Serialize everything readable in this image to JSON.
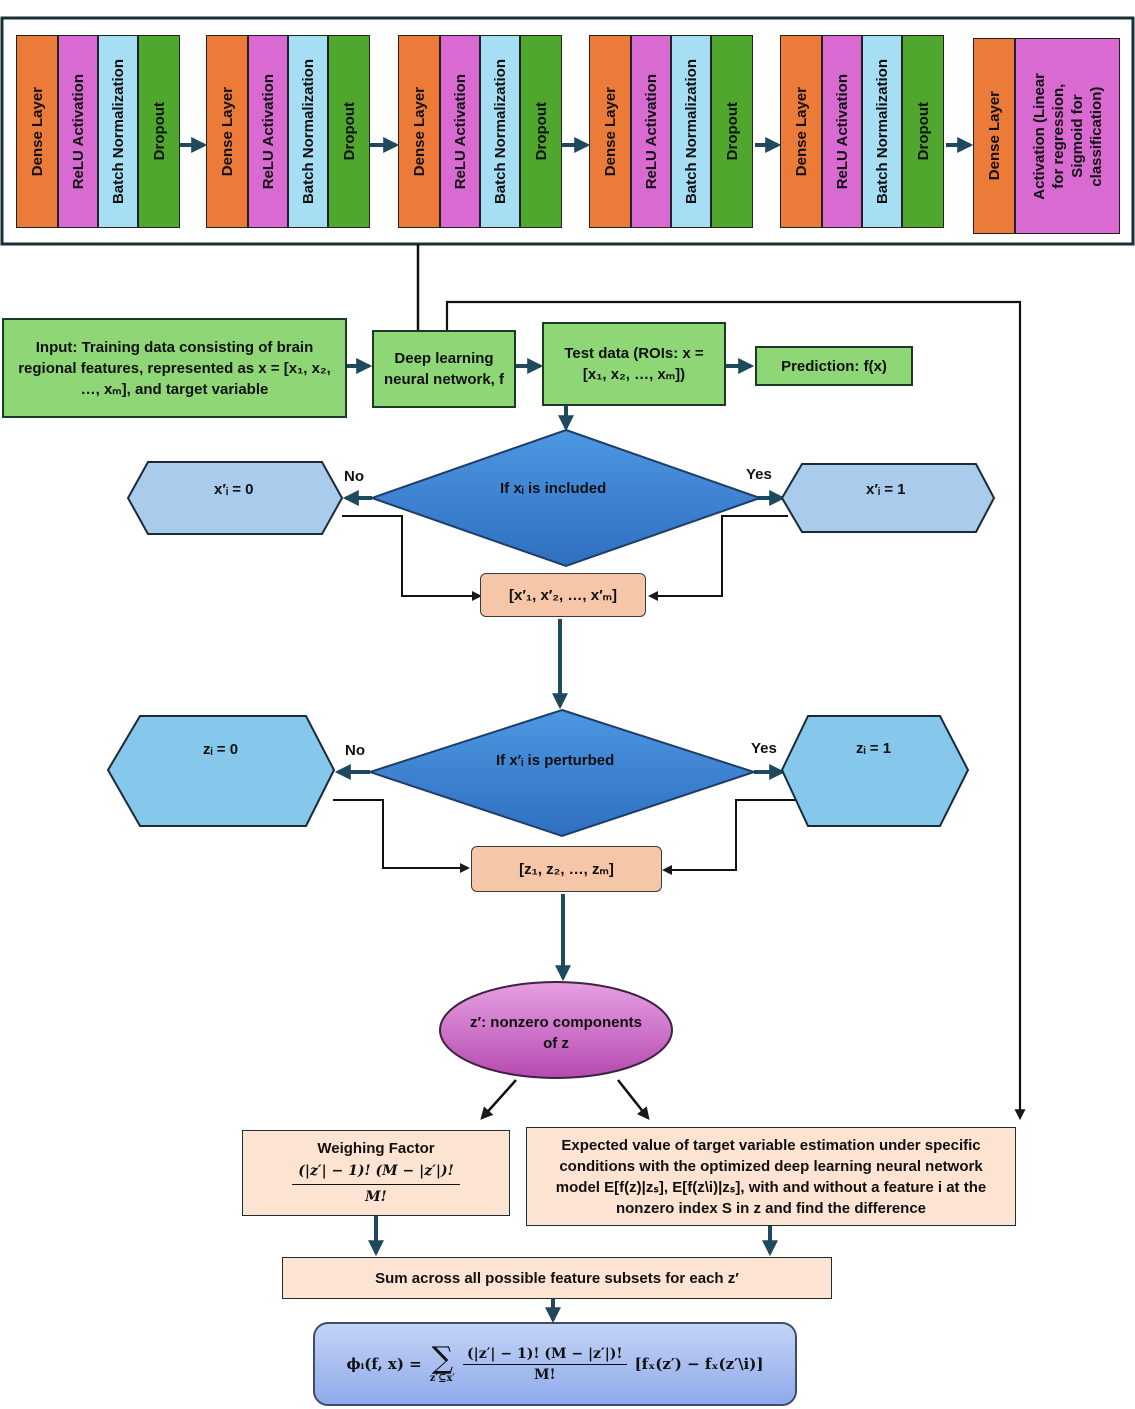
{
  "network": {
    "blocks": [
      {
        "dense": "Dense Layer",
        "relu": "ReLU Activation",
        "bn": "Batch Normalization",
        "drop": "Dropout"
      },
      {
        "dense": "Dense Layer",
        "relu": "ReLU Activation",
        "bn": "Batch Normalization",
        "drop": "Dropout"
      },
      {
        "dense": "Dense Layer",
        "relu": "ReLU Activation",
        "bn": "Batch Normalization",
        "drop": "Dropout"
      },
      {
        "dense": "Dense Layer",
        "relu": "ReLU Activation",
        "bn": "Batch Normalization",
        "drop": "Dropout"
      },
      {
        "dense": "Dense Layer",
        "relu": "ReLU Activation",
        "bn": "Batch Normalization",
        "drop": "Dropout"
      }
    ],
    "final_dense": "Dense Layer",
    "final_activation": "Activation (Linear\nfor regression,\nSigmoid for\nclassification)"
  },
  "input_box": "Input: Training data consisting of brain regional features, represented as x = [x₁, x₂, …, xₘ], and target variable",
  "dnn_box": "Deep learning neural network, f",
  "test_box": "Test data (ROIs: x = [x₁, x₂, …, xₘ])",
  "prediction_box": "Prediction: f(x)",
  "decision1": {
    "question": "If xᵢ is included",
    "no": "No",
    "yes": "Yes",
    "left": "x′ᵢ = 0",
    "right": "x′ᵢ = 1"
  },
  "vector1": "[x′₁, x′₂, …, x′ₘ]",
  "decision2": {
    "question": "If x′ᵢ is perturbed",
    "no": "No",
    "yes": "Yes",
    "left": "zᵢ = 0",
    "right": "zᵢ = 1"
  },
  "vector2": "[z₁, z₂, …, zₘ]",
  "ellipse": "z′: nonzero components of z",
  "weighing": {
    "title": "Weighing Factor",
    "numerator": "(|z′| − 1)! (M − |z′|)!",
    "denominator": "M!"
  },
  "expected_box": "Expected value of target variable estimation under specific conditions with the optimized deep learning neural network model E[f(z)|zₛ], E[f(z\\i)|zₛ], with and without a feature i at the nonzero index S in z and find the difference",
  "sum_box": "Sum across all possible feature subsets for each z′",
  "formula": {
    "lhs": "ϕᵢ(f, x) =",
    "sum_symbol": "∑",
    "sum_index": "z′⊆x′",
    "numerator": "(|z′| − 1)! (M − |z′|)!",
    "denominator": "M!",
    "rhs": "[fₓ(z′) − fₓ(z′\\i)]"
  },
  "colors": {
    "dense": "#ec7a38",
    "relu": "#d86ad2",
    "bn": "#a6dff3",
    "dropout": "#4fa82d",
    "green_box": "#8fd776",
    "diamond": "#3f88d6",
    "hex_light": "#a9cbec",
    "hex_blue": "#86c8ec",
    "peach": "#f6c6a8",
    "ellipse": "#c95cc4",
    "formula_box": "#a9c2f2",
    "arrow": "#1f4a5e"
  }
}
